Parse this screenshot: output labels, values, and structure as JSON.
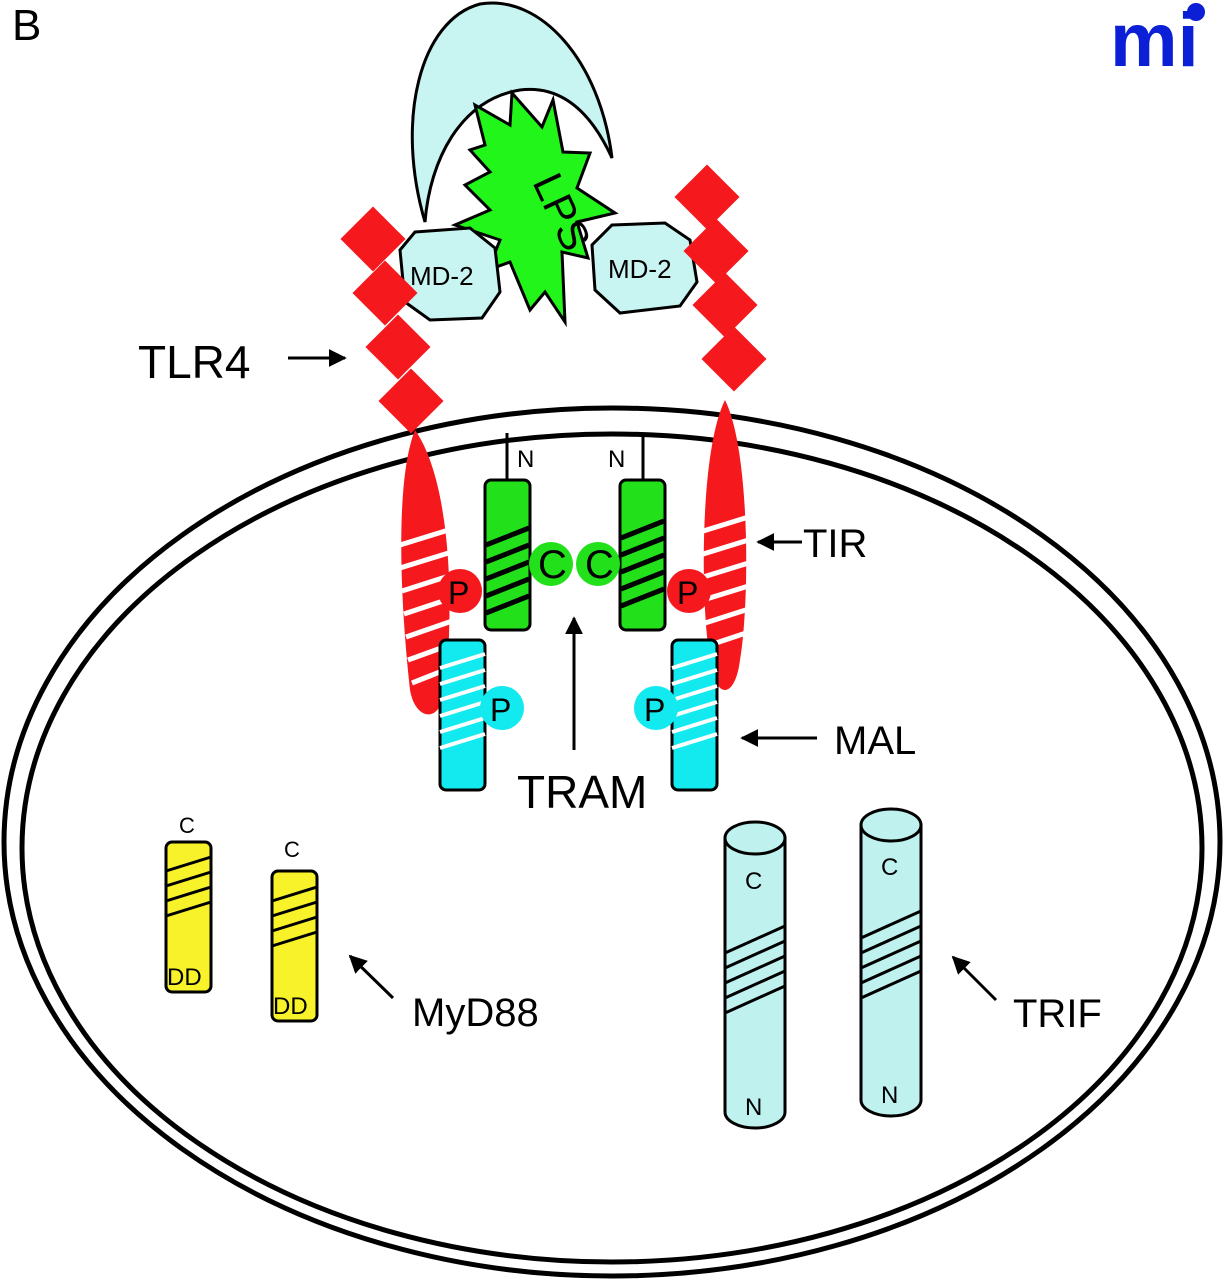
{
  "panel_label": "B",
  "logo": {
    "text": "mi",
    "color": "#0a1fd6"
  },
  "colors": {
    "tlr4": "#f5191e",
    "md2": "#c8f4f2",
    "lps": "#22f51a",
    "tram": "#22e01a",
    "mal": "#12eaf0",
    "myd88": "#f7f22a",
    "trif": "#bff2ef",
    "membrane": "#000000"
  },
  "labels": {
    "lps": "LPS",
    "md2_left": "MD-2",
    "md2_right": "MD-2",
    "tlr4": "TLR4",
    "tir": "TIR",
    "mal": "MAL",
    "tram": "TRAM",
    "myd88": "MyD88",
    "trif": "TRIF"
  },
  "tram_proteins": [
    {
      "n_label": "N",
      "c_label": "C"
    },
    {
      "n_label": "N",
      "c_label": "C"
    }
  ],
  "phospho": {
    "tlr4_left": "P",
    "tlr4_right": "P",
    "mal_left": "P",
    "mal_right": "P"
  },
  "myd88_proteins": [
    {
      "top_label": "C",
      "bottom_label": "DD"
    },
    {
      "top_label": "C",
      "bottom_label": "DD"
    }
  ],
  "trif_proteins": [
    {
      "top_label": "C",
      "bottom_label": "N"
    },
    {
      "top_label": "C",
      "bottom_label": "N"
    }
  ]
}
